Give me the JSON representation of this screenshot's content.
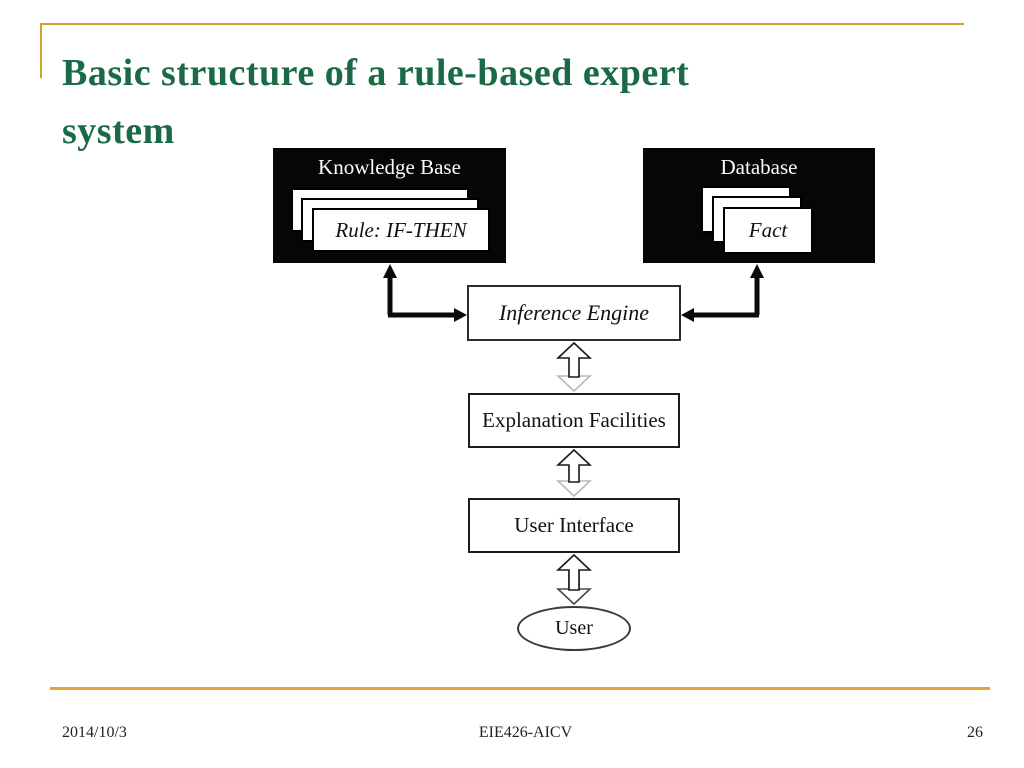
{
  "slide": {
    "title_line1": "Basic structure of a rule-based expert",
    "title_line2": "system",
    "footer": {
      "date": "2014/10/3",
      "course": "EIE426-AICV",
      "page_number": "26"
    },
    "colors": {
      "title_green": "#1A6B45",
      "gold_rule": "#D2A12E",
      "orange_rule": "#E4A33C",
      "box_black": "#060606"
    }
  },
  "diagram": {
    "knowledge_base": {
      "label": "Knowledge Base",
      "card_label": "Rule: IF-THEN"
    },
    "database": {
      "label": "Database",
      "card_label": "Fact"
    },
    "inference_engine": {
      "label": "Inference Engine"
    },
    "explanation_facilities": {
      "label": "Explanation Facilities"
    },
    "user_interface": {
      "label": "User Interface"
    },
    "user": {
      "label": "User"
    },
    "connections": [
      "knowledge_base <-> inference_engine",
      "database <-> inference_engine",
      "inference_engine <-> explanation_facilities",
      "explanation_facilities <-> user_interface",
      "user_interface <-> user"
    ]
  }
}
